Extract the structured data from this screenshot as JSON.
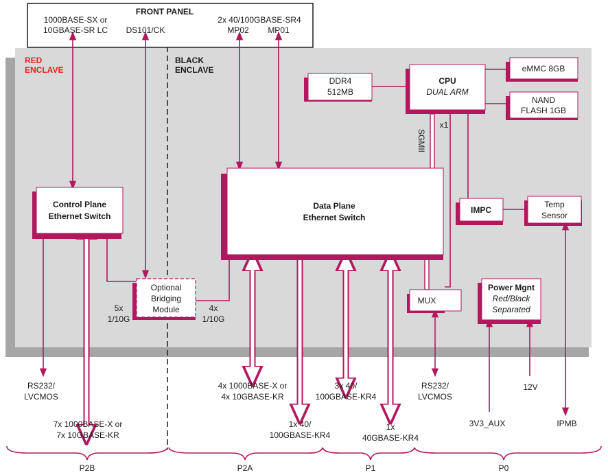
{
  "colors": {
    "accent": "#b3185e",
    "enclave_bg": "#d9d9d9",
    "shadow": "#a6a6a6",
    "red_label": "#e8231e"
  },
  "front_panel": {
    "title": "FRONT PANEL",
    "sfp_line1": "1000BASE-SX or",
    "sfp_line2": "10GBASE-SR LC",
    "clock": "DS101/CK",
    "qsfp_line1": "2x 40/100GBASE-SR4",
    "mp02": "MP02",
    "mp01": "MP01"
  },
  "enclaves": {
    "red_line1": "RED",
    "red_line2": "ENCLAVE",
    "black_line1": "BLACK",
    "black_line2": "ENCLAVE"
  },
  "blocks": {
    "control_switch_line1": "Control Plane",
    "control_switch_line2": "Ethernet Switch",
    "bridging_line1": "Optional",
    "bridging_line2": "Bridging",
    "bridging_line3": "Module",
    "data_switch_line1": "Data Plane",
    "data_switch_line2": "Ethernet Switch",
    "ddr_line1": "DDR4",
    "ddr_line2": "512MB",
    "cpu_line1": "CPU",
    "cpu_line2": "DUAL ARM",
    "emmc": "eMMC 8GB",
    "nand_line1": "NAND",
    "nand_line2": "FLASH 1GB",
    "impc": "IMPC",
    "temp_line1": "Temp",
    "temp_line2": "Sensor",
    "mux": "MUX",
    "power_line1": "Power Mgnt",
    "power_line2": "Red/Black",
    "power_line3": "Separated"
  },
  "links": {
    "sgmii": "SGMII",
    "x1": "x1",
    "five_x": "5x",
    "five_x_speed": "1/10G",
    "four_x": "4x",
    "four_x_speed": "1/10G"
  },
  "bottom": {
    "rs232_left_1": "RS232/",
    "rs232_left_2": "LVCMOS",
    "p2b_eth_1": "7x 1000BASE-X or",
    "p2b_eth_2": "7x 10GBASE-KR",
    "p2a_eth_1": "4x 1000BASE-X or",
    "p2a_eth_2": "4x 10GBASE-KR",
    "p2a_40_1": "1x 40/",
    "p2a_40_2": "100GBASE-KR4",
    "p1_3x_1": "3x 40/",
    "p1_3x_2": "100GBASE-KR4",
    "p1_1x_1": "1x",
    "p1_1x_2": "40GBASE-KR4",
    "rs232_right_1": "RS232/",
    "rs232_right_2": "LVCMOS",
    "v12": "12V",
    "v3_aux": "3V3_AUX",
    "ipmb": "IPMB"
  },
  "connectors": {
    "p2b": "P2B",
    "p2a": "P2A",
    "p1": "P1",
    "p0": "P0"
  }
}
